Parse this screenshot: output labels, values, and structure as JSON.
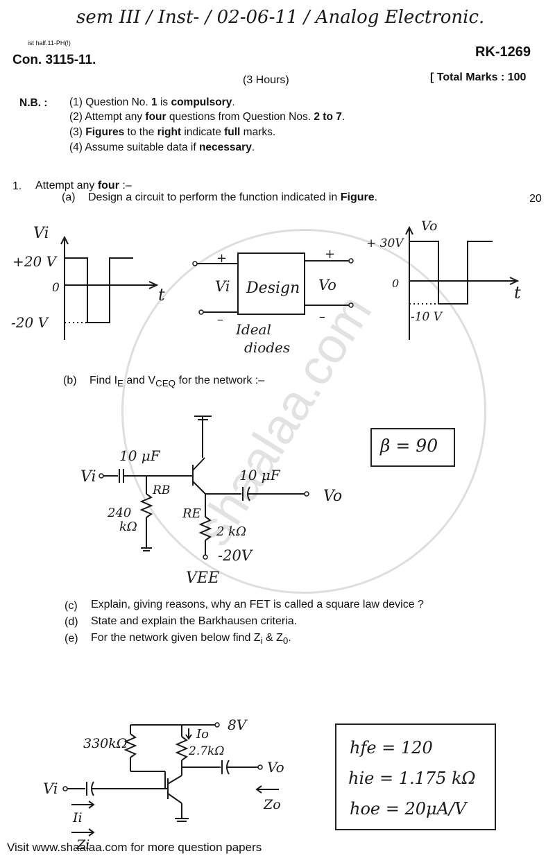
{
  "header": {
    "handwritten": "sem III / Inst- / 02-06-11 / Analog Electronic.",
    "tiny": "ist half.11-PH(!)",
    "con": "Con. 3115-11.",
    "code": "RK-1269",
    "hours": "(3 Hours)",
    "marks": "[ Total Marks : 100"
  },
  "nb": {
    "label": "N.B. :",
    "items": [
      [
        "(1) Question No. ",
        "1",
        " is ",
        "compulsory",
        "."
      ],
      [
        "(2) Attempt any ",
        "four",
        " questions from Question Nos. ",
        "2 to 7",
        "."
      ],
      [
        "(3) ",
        "Figures",
        " to the ",
        "right",
        " indicate ",
        "full",
        " marks."
      ],
      [
        "(4) Assume suitable data if ",
        "necessary",
        "."
      ]
    ]
  },
  "q1": {
    "num": "1.",
    "intro_a": "Attempt any ",
    "intro_b": "four",
    "intro_c": " :–",
    "a_label": "(a)",
    "a_text": "Design a circuit to perform the function indicated in ",
    "a_bold": "Figure",
    "a_end": ".",
    "marks": "20",
    "b_label": "(b)",
    "b_text": "Find I",
    "b_sub1": "E",
    "b_mid": " and V",
    "b_sub2": "CEQ",
    "b_end": " for the network :–",
    "c_label": "(c)",
    "c_text": "Explain, giving reasons, why an FET is called a square law device ?",
    "d_label": "(d)",
    "d_text": "State and explain the Barkhausen criteria.",
    "e_label": "(e)",
    "e_text": "For the network given below find Z",
    "e_sub1": "i",
    "e_mid": " & Z",
    "e_sub2": "0",
    "e_end": "."
  },
  "fig_a": {
    "vi": "Vi",
    "v20": "+20 V",
    "zero": "0",
    "vm20": "-20 V",
    "t": "t",
    "plus": "+",
    "minus": "–",
    "vin": "Vi",
    "design": "Design",
    "vo": "Vo",
    "ideal": "Ideal",
    "diodes": "diodes",
    "vo2": "Vo",
    "v30": "+ 30V",
    "zero2": "0",
    "vm10": "-10 V",
    "t2": "t"
  },
  "fig_b": {
    "cap1": "10 μF",
    "vi": "Vi",
    "rb": "RB",
    "r240": "240",
    "kohm": "kΩ",
    "re": "RE",
    "cap2": "10 μF",
    "vo": "Vo",
    "r2k": "2 kΩ",
    "vneg": "-20V",
    "vee": "VEE",
    "beta": "β = 90"
  },
  "fig_e": {
    "v8": "8V",
    "io": "Io",
    "r330": "330kΩ",
    "r27": "2.7kΩ",
    "vo": "Vo",
    "vi": "Vi",
    "ii": "Ii",
    "zi": "Zi",
    "zo": "Zo",
    "hfe": "hfe = 120",
    "hie": "hie = 1.175 kΩ",
    "hoe": "hoe = 20μA/V"
  },
  "footer": "Visit www.shaalaa.com for more question papers"
}
